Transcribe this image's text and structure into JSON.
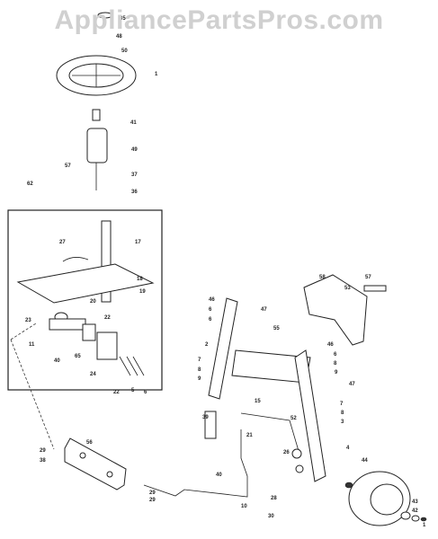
{
  "watermark": "AppliancePartsPros.com",
  "callouts": {
    "c35": "35",
    "c48": "48",
    "c50": "50",
    "c1": "1",
    "c41": "41",
    "c49": "49",
    "c57a": "57",
    "c37": "37",
    "c36": "36",
    "c62": "62",
    "c27": "27",
    "c17": "17",
    "c18": "18",
    "c19": "19",
    "c20": "20",
    "c22a": "22",
    "c23": "23",
    "c11": "11",
    "c40a": "40",
    "c65": "65",
    "c24": "24",
    "c22b": "22",
    "c5": "5",
    "c6a": "6",
    "c46a": "46",
    "c6b": "6",
    "c6c": "6",
    "c47a": "47",
    "c55": "55",
    "c2": "2",
    "c7a": "7",
    "c8a": "8",
    "c9a": "9",
    "c15": "15",
    "c39": "39",
    "c21": "21",
    "c52": "52",
    "c40b": "40",
    "c10": "10",
    "c26": "26",
    "c28": "28",
    "c30": "30",
    "c58": "58",
    "c57b": "57",
    "c53": "53",
    "c46b": "46",
    "c6d": "6",
    "c8b": "8",
    "c9b": "9",
    "c47b": "47",
    "c7b": "7",
    "c8c": "8",
    "c3": "3",
    "c4": "4",
    "c29a": "29",
    "c38": "38",
    "c56": "56",
    "c29b": "29",
    "c29c": "29",
    "c44": "44",
    "c43": "43",
    "c42": "42",
    "c1b": "1"
  }
}
